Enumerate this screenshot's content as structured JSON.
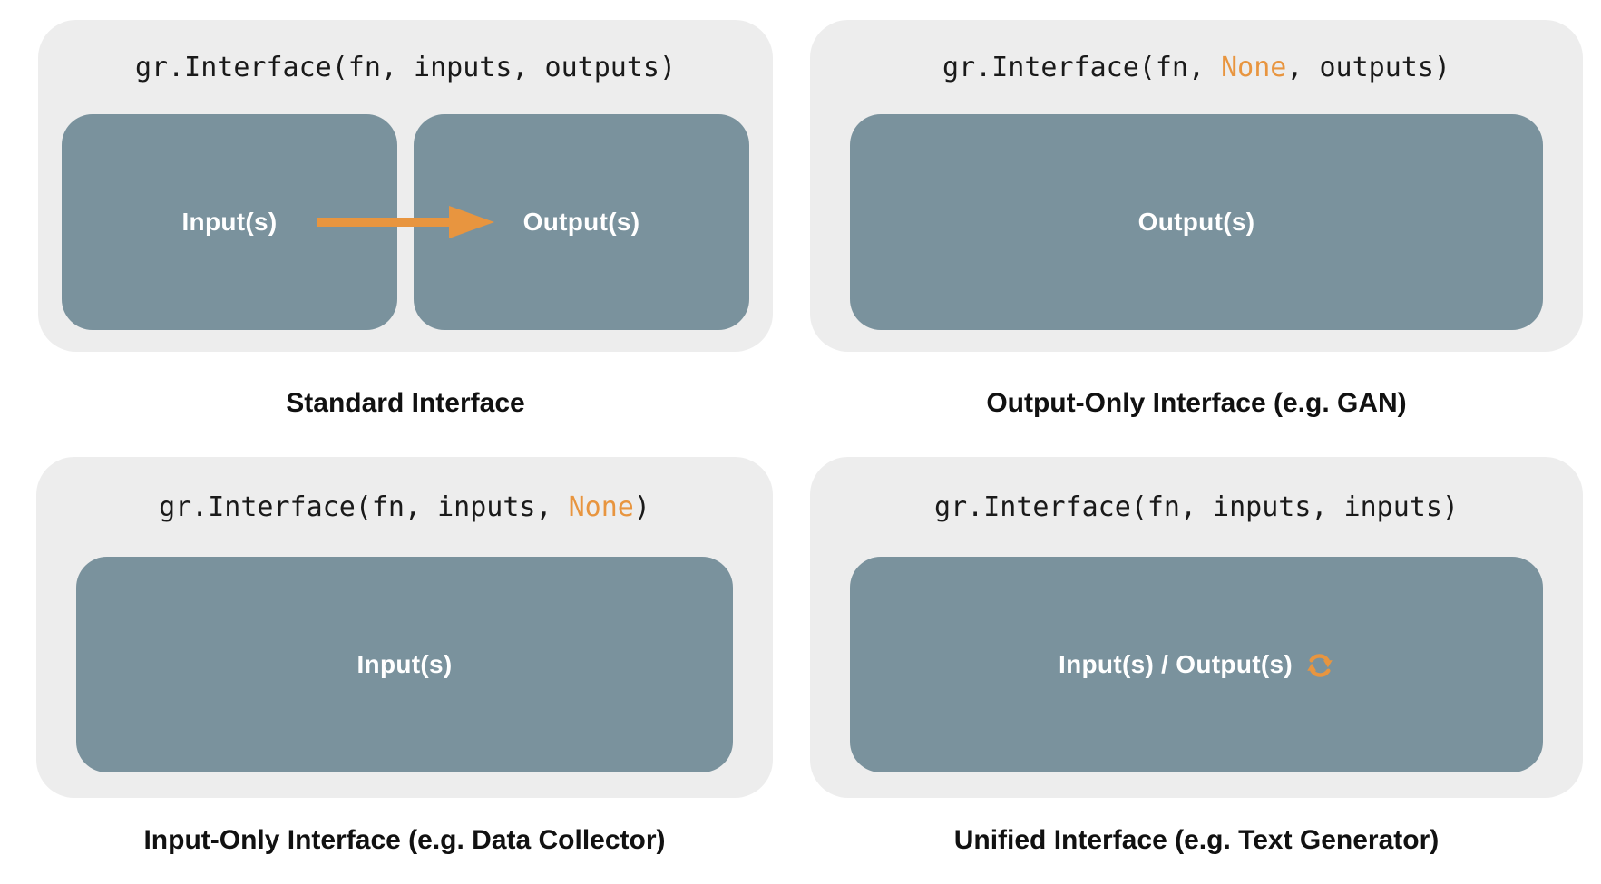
{
  "colors": {
    "page_background": "#ffffff",
    "panel_background": "#ededed",
    "box_background": "#7a929d",
    "box_text": "#ffffff",
    "code_text": "#1a1a1a",
    "caption_text": "#111111",
    "accent_orange": "#e8953f"
  },
  "icons": {
    "flow_arrow": "right-arrow-icon",
    "sync": "sync-icon"
  },
  "panels": [
    {
      "id": "standard",
      "code": {
        "pre": "gr.Interface(fn, inputs, outputs)",
        "highlight": "",
        "post": ""
      },
      "input_label": "Input(s)",
      "output_label": "Output(s)",
      "caption": "Standard Interface"
    },
    {
      "id": "output-only",
      "code": {
        "pre": "gr.Interface(fn, ",
        "highlight": "None",
        "post": ", outputs)"
      },
      "output_label": "Output(s)",
      "caption": "Output-Only Interface (e.g. GAN)"
    },
    {
      "id": "input-only",
      "code": {
        "pre": "gr.Interface(fn, inputs, ",
        "highlight": "None",
        "post": ")"
      },
      "input_label": "Input(s)",
      "caption": "Input-Only Interface (e.g. Data Collector)"
    },
    {
      "id": "unified",
      "code": {
        "pre": "gr.Interface(fn, inputs, inputs)",
        "highlight": "",
        "post": ""
      },
      "unified_label": "Input(s) / Output(s)",
      "caption": "Unified Interface (e.g. Text Generator)"
    }
  ]
}
